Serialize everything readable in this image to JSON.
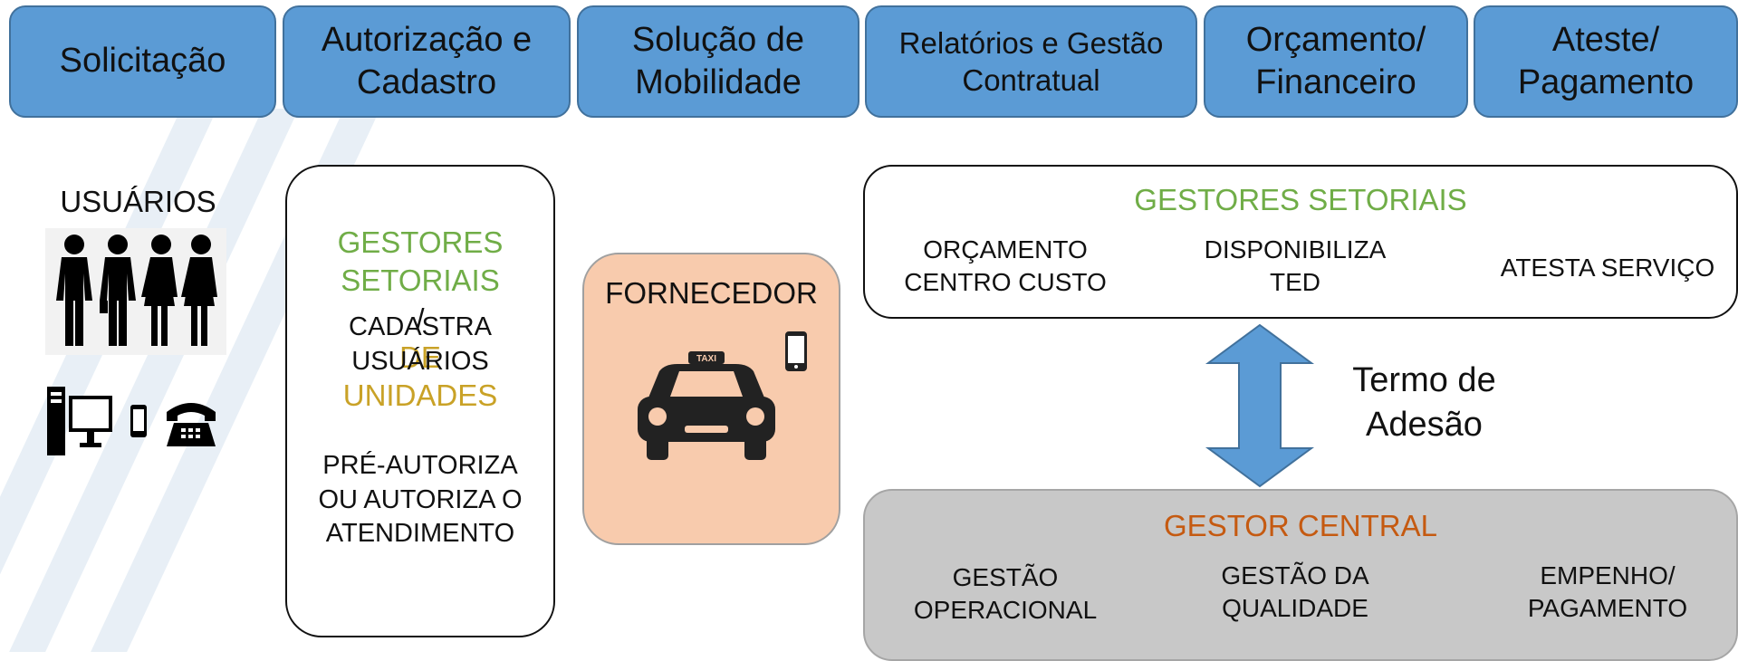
{
  "header": {
    "steps": [
      {
        "label": "Solicitação"
      },
      {
        "label": "Autorização e\nCadastro"
      },
      {
        "label": "Solução de\nMobilidade"
      },
      {
        "label": "Relatórios e Gestão\nContratual"
      },
      {
        "label": "Orçamento/\nFinanceiro"
      },
      {
        "label": "Ateste/\nPagamento"
      }
    ]
  },
  "users": {
    "title": "USUÁRIOS",
    "icons": [
      "man-icon",
      "man-with-bag-icon",
      "woman-icon",
      "woman-icon",
      "desktop-computer-icon",
      "smartphone-icon",
      "telephone-icon"
    ]
  },
  "authorization": {
    "gestores_setoriais": "GESTORES\nSETORIAIS",
    "slash": "/",
    "de_unidades": "DE\nUNIDADES",
    "cadastra": "CADASTRA\nUSUÁRIOS",
    "pre_autoriza": "PRÉ-AUTORIZA\nOU AUTORIZA O\nATENDIMENTO"
  },
  "supplier": {
    "title": "FORNECEDOR",
    "taxi_sign": "TAXI",
    "icons": [
      "taxi-icon",
      "smartphone-icon"
    ]
  },
  "sectoral_managers": {
    "title": "GESTORES SETORIAIS",
    "items": [
      "ORÇAMENTO\nCENTRO CUSTO",
      "DISPONIBILIZA\nTED",
      "ATESTA SERVIÇO"
    ]
  },
  "agreement": {
    "label": "Termo de\nAdesão"
  },
  "central_manager": {
    "title": "GESTOR CENTRAL",
    "items": [
      "GESTÃO\nOPERACIONAL",
      "GESTÃO DA\nQUALIDADE",
      "EMPENHO/\nPAGAMENTO"
    ]
  },
  "colors": {
    "header_fill": "#5b9bd5",
    "green": "#70ad47",
    "gold": "#c9a227",
    "orange": "#c55a11",
    "supplier_fill": "#f8cbad",
    "central_fill": "#c8c8c8"
  }
}
